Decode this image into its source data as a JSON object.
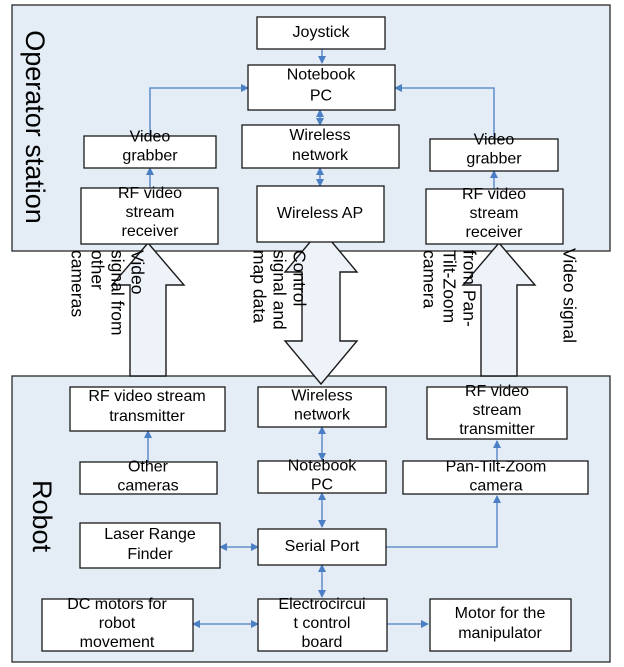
{
  "sections": {
    "operator_station": "Operator station",
    "robot": "Robot"
  },
  "operator_station": {
    "joystick": [
      "Joystick"
    ],
    "notebook_pc": [
      "Notebook",
      "PC"
    ],
    "video_grabber_left": [
      "Video",
      "grabber"
    ],
    "wireless_network": [
      "Wireless",
      "network"
    ],
    "video_grabber_right": [
      "Video",
      "grabber"
    ],
    "rf_receiver_left": [
      "RF video",
      "stream",
      "receiver"
    ],
    "wireless_ap": [
      "Wireless AP"
    ],
    "rf_receiver_right": [
      "RF video",
      "stream",
      "receiver"
    ]
  },
  "links": {
    "left": [
      "Video",
      "signal from",
      "other",
      "cameras"
    ],
    "center": [
      "Control",
      "signal and",
      "map data"
    ],
    "right_inner": [
      "from Pan-",
      "Tilt-Zoom",
      "camera"
    ],
    "right_outer": [
      "Video signal"
    ]
  },
  "robot": {
    "rf_transmitter_left": [
      "RF video stream",
      "transmitter"
    ],
    "wireless_network": [
      "Wireless",
      "network"
    ],
    "rf_transmitter_right": [
      "RF video",
      "stream",
      "transmitter"
    ],
    "other_cameras": [
      "Other",
      "cameras"
    ],
    "notebook_pc": [
      "Notebook",
      "PC"
    ],
    "ptz_camera": [
      "Pan-Tilt-Zoom",
      "camera"
    ],
    "laser_range_finder": [
      "Laser Range",
      "Finder"
    ],
    "serial_port": [
      "Serial Port"
    ],
    "dc_motors": [
      "DC motors for",
      "robot",
      "movement"
    ],
    "control_board": [
      "Electrocircui",
      "t control",
      "board"
    ],
    "manipulator_motor": [
      "Motor for the",
      "manipulator"
    ]
  }
}
